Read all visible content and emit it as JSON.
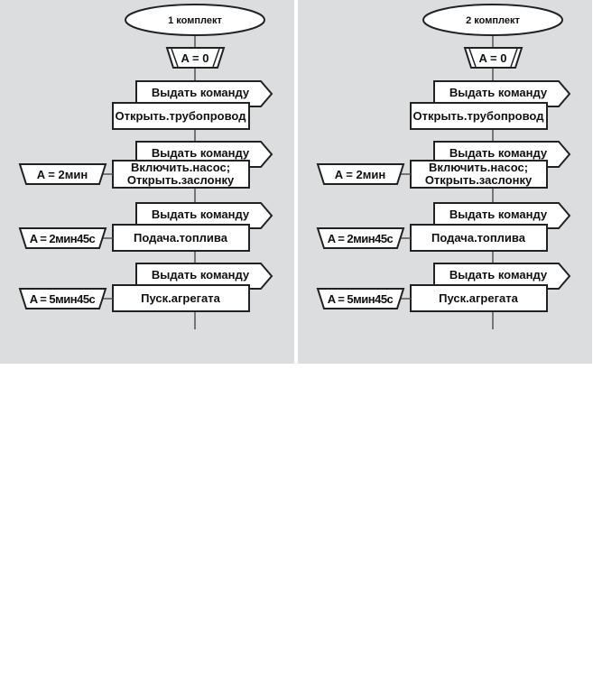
{
  "diagrams": [
    {
      "title": "1 комплект",
      "init": "A = 0",
      "steps": [
        {
          "signal": "Выдать команду",
          "action": [
            "Открыть.трубопровод"
          ],
          "timer": null
        },
        {
          "signal": "Выдать команду",
          "action": [
            "Включить.насос;",
            "Открыть.заслонку"
          ],
          "timer": "A = 2мин"
        },
        {
          "signal": "Выдать команду",
          "action": [
            "Подача.топлива"
          ],
          "timer": "A = 2мин45с"
        },
        {
          "signal": "Выдать команду",
          "action": [
            "Пуск.агрегата"
          ],
          "timer": "A = 5мин45с"
        }
      ]
    },
    {
      "title": "2 комплект",
      "init": "A = 0",
      "steps": [
        {
          "signal": "Выдать команду",
          "action": [
            "Открыть.трубопровод"
          ],
          "timer": null
        },
        {
          "signal": "Выдать команду",
          "action": [
            "Включить.насос;",
            "Открыть.заслонку"
          ],
          "timer": "A = 2мин"
        },
        {
          "signal": "Выдать команду",
          "action": [
            "Подача.топлива"
          ],
          "timer": "A = 2мин45с"
        },
        {
          "signal": "Выдать команду",
          "action": [
            "Пуск.агрегата"
          ],
          "timer": "A = 5мин45с"
        }
      ]
    }
  ],
  "colors": {
    "panel": "#dcdddf",
    "divider": "#b8b8b8",
    "stroke": "#222222"
  }
}
